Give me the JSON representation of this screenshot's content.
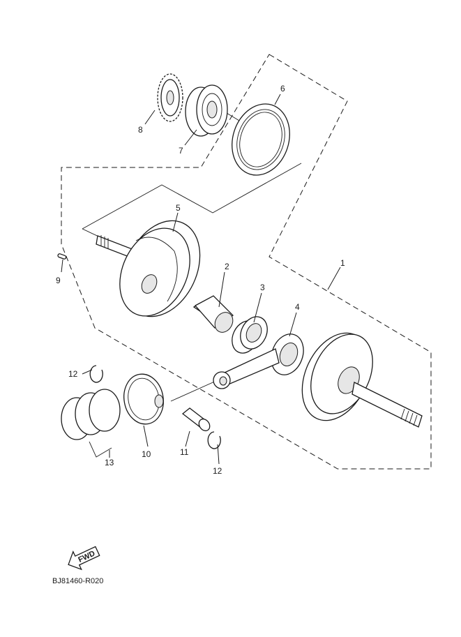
{
  "parts": [
    {
      "id": "1",
      "label": "1"
    },
    {
      "id": "2",
      "label": "2"
    },
    {
      "id": "3",
      "label": "3"
    },
    {
      "id": "4",
      "label": "4"
    },
    {
      "id": "5",
      "label": "5"
    },
    {
      "id": "6",
      "label": "6"
    },
    {
      "id": "7",
      "label": "7"
    },
    {
      "id": "8",
      "label": "8"
    },
    {
      "id": "9",
      "label": "9"
    },
    {
      "id": "10",
      "label": "10"
    },
    {
      "id": "11",
      "label": "11"
    },
    {
      "id": "12a",
      "label": "12"
    },
    {
      "id": "12b",
      "label": "12"
    },
    {
      "id": "13",
      "label": "13"
    }
  ],
  "fwd_label": "FWD",
  "diagram_code": "BJ81460-R020"
}
